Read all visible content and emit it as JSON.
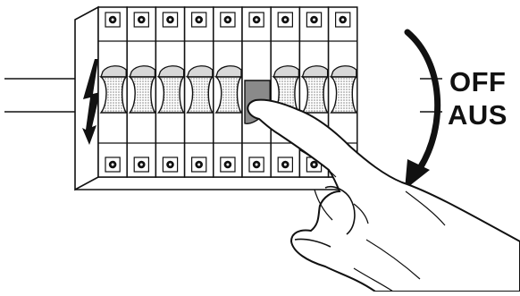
{
  "labels": {
    "off": "OFF",
    "aus": "AUS"
  },
  "panel": {
    "breaker_count": 9,
    "switched_off_breaker": 6
  },
  "icons": {
    "hazard": "lightning-bolt-icon",
    "direction": "curved-arrow-down-icon",
    "hand": "hand-pressing-icon"
  },
  "colors": {
    "line": "#111111",
    "background": "#ffffff",
    "handle_dot": "#a9a9a9",
    "handle_off": "#8a8a8a"
  }
}
